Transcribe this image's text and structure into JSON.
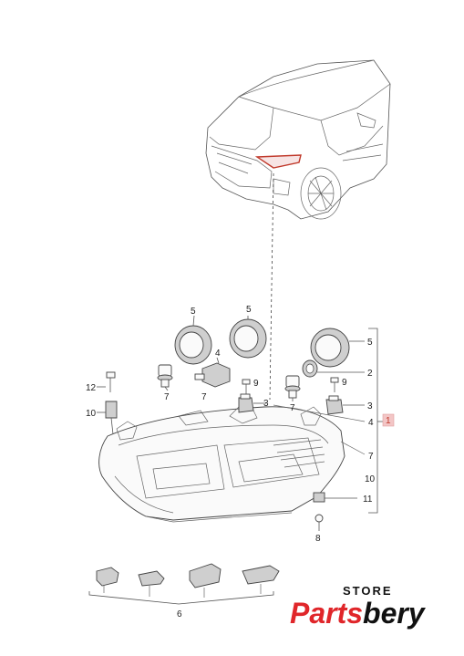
{
  "callouts": {
    "c1": "1",
    "c2": "2",
    "c3a": "3",
    "c3b": "3",
    "c4a": "4",
    "c4b": "4",
    "c5a": "5",
    "c5b": "5",
    "c5c": "5",
    "c6": "6",
    "c7a": "7",
    "c7b": "7",
    "c7c": "7",
    "c8": "8",
    "c9a": "9",
    "c9b": "9",
    "c10a": "10",
    "c10b": "10",
    "c11": "11",
    "c12": "12"
  },
  "logo": {
    "store": "STORE",
    "brand_part1": "Parts",
    "brand_part2": "bery"
  },
  "colors": {
    "highlight": "#e0262a",
    "callout_box": "#f3c6c6"
  }
}
